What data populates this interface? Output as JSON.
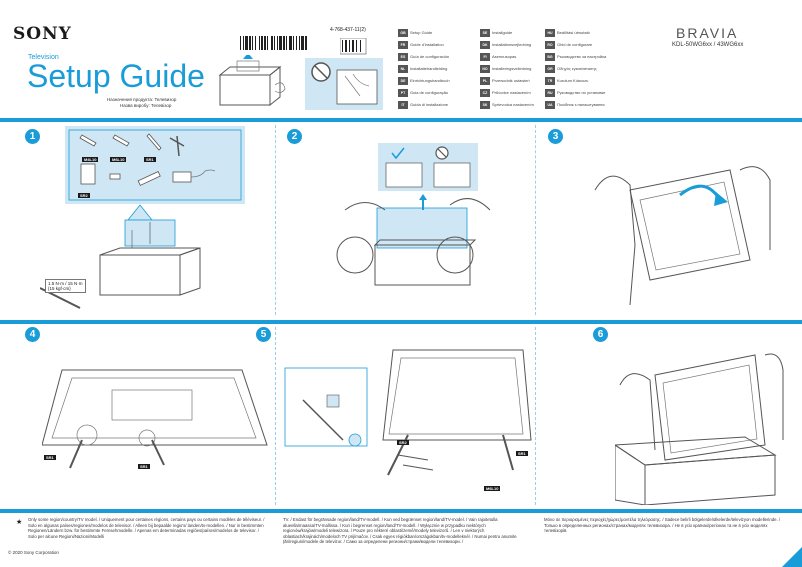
{
  "header": {
    "brand": "SONY",
    "category": "Television",
    "title": "Setup Guide",
    "subtitle_1": "Назначения продукта: Телевизор",
    "subtitle_2": "Назва виробу: Телевізор",
    "part_number": "4-768-437-11(2)",
    "product_line": "BRAVIA",
    "models": "KDL-50WG6xx / 43WG6xx"
  },
  "languages": [
    {
      "code": "GB",
      "label": "Setup Guide"
    },
    {
      "code": "FR",
      "label": "Guide d'installation"
    },
    {
      "code": "ES",
      "label": "Guía de configuración"
    },
    {
      "code": "NL",
      "label": "Installatiehandleiding"
    },
    {
      "code": "DE",
      "label": "Einrichtungshandbuch"
    },
    {
      "code": "PT",
      "label": "Guia de configuração"
    },
    {
      "code": "IT",
      "label": "Guida di installazione"
    },
    {
      "code": "SE",
      "label": "Installguide"
    },
    {
      "code": "DK",
      "label": "Installationsvejledning"
    },
    {
      "code": "FI",
      "label": "Asennusopas"
    },
    {
      "code": "NO",
      "label": "Installeringsveiledning"
    },
    {
      "code": "PL",
      "label": "Przewodnik ustawień"
    },
    {
      "code": "CZ",
      "label": "Průvodce nastavením"
    },
    {
      "code": "SK",
      "label": "Sprievodca nastavením"
    },
    {
      "code": "HU",
      "label": "Beállítási útmutató"
    },
    {
      "code": "RO",
      "label": "Ghid de configurare"
    },
    {
      "code": "BG",
      "label": "Ръководство за настройка"
    },
    {
      "code": "GR",
      "label": "Οδηγός εγκατάστασης"
    },
    {
      "code": "TR",
      "label": "Kurulum Kılavuzu"
    },
    {
      "code": "RU",
      "label": "Руководство по установке"
    },
    {
      "code": "UA",
      "label": "Посібник з налаштування"
    }
  ],
  "steps": [
    "1",
    "2",
    "3",
    "4",
    "5",
    "6"
  ],
  "labels": {
    "torque": "1.5 N·m / 15 N·m",
    "torque_sub": "{15 kgf·cm}",
    "part_a": "M6L10",
    "part_b": "M4L10",
    "part_c": "SR1",
    "part_d": "SR2",
    "part_e": "SR1",
    "part_f": "SR2"
  },
  "notes": {
    "left": "Only some region/country/TV model. / Uniquement pour certaines régions, certains pays ou certains modèles de téléviseur. / Solo en algunas países/regiones/modelos de televisor. / Alleen bij bepaalde regio's/ landen/tv-modellen. / Nur in bestimmten Regionen/Ländern bzw. für bestimmte Fernsehmodelle. / Apenas em determinadas regiões/países/modelos de televisor. / Solo per alcune Regioni/Nazioni/Modelli",
    "middle": "TV. / Endast för begränsade region/land/TV-modell. / Kun ved begrænset region/land/TV-model. / Vain rajoitetulla alueella/maassa/TV-mallissa. / Kun i begrenset region/land/TV-modell. / Wyłącznie w przypadku niektórych regionów/krajów/modeli telewizora. / Pouze pro některé oblasti/země/modely televizorů. / Len v niektorých oblastiach/krajinách/modeloch TV prijímačov. / Csak egyes régiókban/országokban/tv-modelleknél. / Numai pentru anumite țări/regiuni/modele de televizor. / Само за определени региони/страни/модели телевизори. /",
    "right": "Μόνο σε περιορισμένες περιοχές/χώρες/μοντέλα τηλεόρασης. / Sadece belirli bölgelerde/ülkelerde/televizyon modellerinde. / Только в определенных регионах/странах/моделях телевизора. / Не в усіх країнах/регіонах та не в усіх моделях телевізорів."
  },
  "footer": {
    "copyright": "© 2020 Sony Corporation"
  }
}
